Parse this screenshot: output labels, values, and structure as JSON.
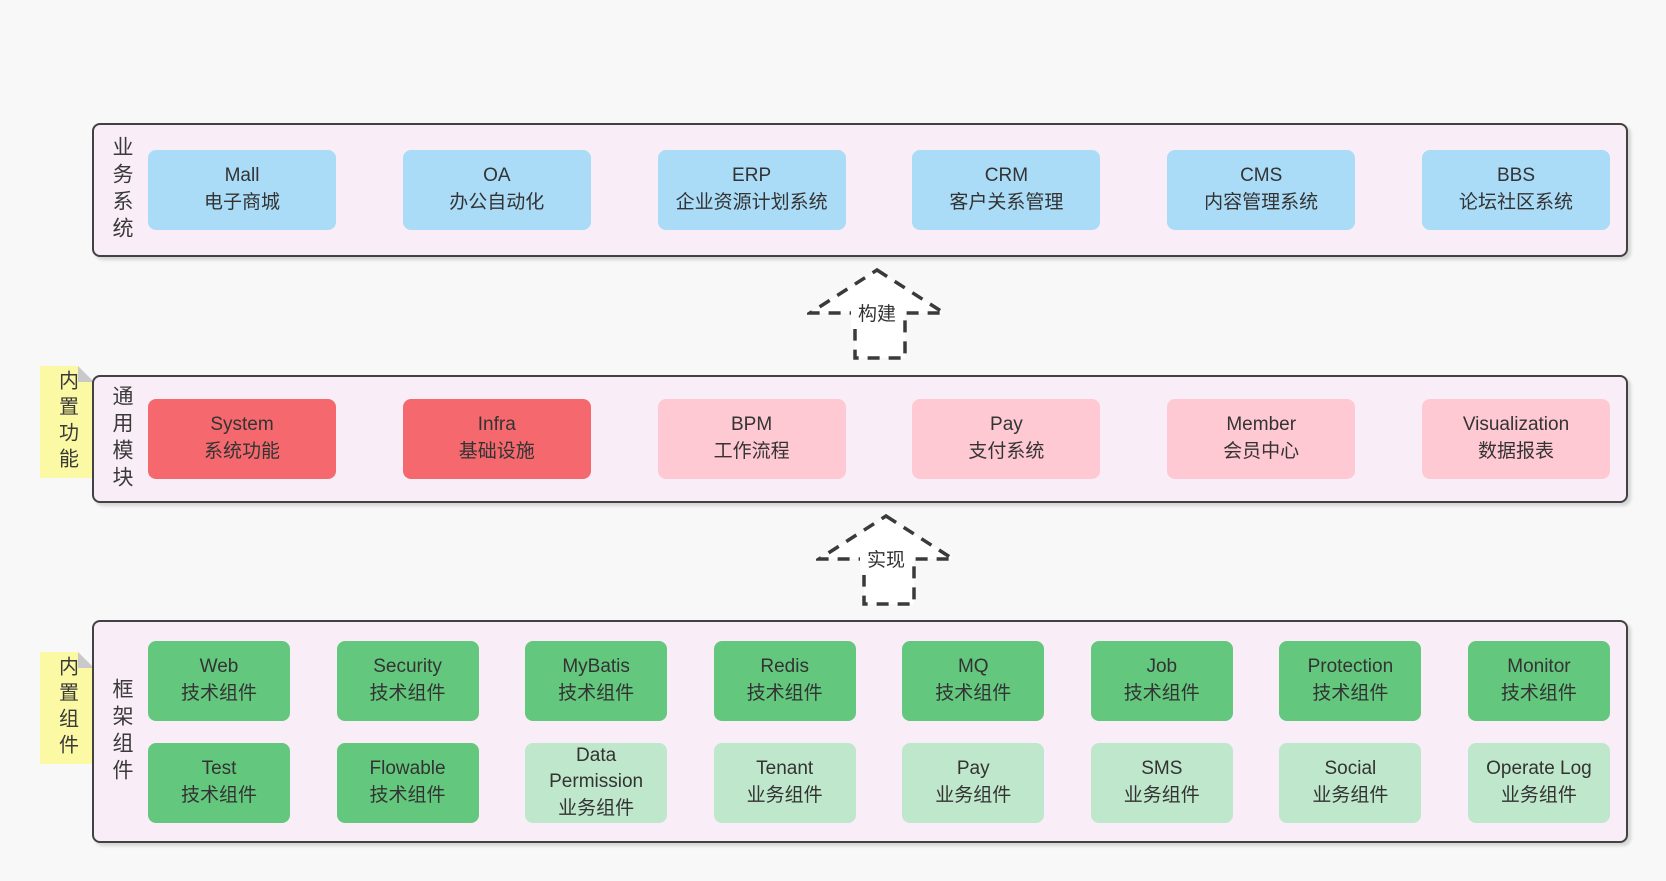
{
  "colors": {
    "page_bg": "#f8f8f8",
    "layer_fill": "#f9eef7",
    "layer_border": "#424242",
    "blue": "#aadcf7",
    "red": "#f5696e",
    "pink": "#ffc9d3",
    "green": "#63c87d",
    "light_green": "#bfe7cb",
    "tag_yellow": "#fbf9a3",
    "text": "#333333"
  },
  "arrows": {
    "build": "构建",
    "implement": "实现"
  },
  "layers": {
    "business": {
      "label": "业务系统",
      "boxes": [
        {
          "name": "Mall",
          "desc": "电子商城"
        },
        {
          "name": "OA",
          "desc": "办公自动化"
        },
        {
          "name": "ERP",
          "desc": "企业资源计划系统"
        },
        {
          "name": "CRM",
          "desc": "客户关系管理"
        },
        {
          "name": "CMS",
          "desc": "内容管理系统"
        },
        {
          "name": "BBS",
          "desc": "论坛社区系统"
        }
      ]
    },
    "modules": {
      "label": "通用模块",
      "tag": "内置功能",
      "boxes": [
        {
          "name": "System",
          "desc": "系统功能"
        },
        {
          "name": "Infra",
          "desc": "基础设施"
        },
        {
          "name": "BPM",
          "desc": "工作流程"
        },
        {
          "name": "Pay",
          "desc": "支付系统"
        },
        {
          "name": "Member",
          "desc": "会员中心"
        },
        {
          "name": "Visualization",
          "desc": "数据报表"
        }
      ]
    },
    "components": {
      "label": "框架组件",
      "tag": "内置组件",
      "row1": [
        {
          "name": "Web",
          "desc": "技术组件"
        },
        {
          "name": "Security",
          "desc": "技术组件"
        },
        {
          "name": "MyBatis",
          "desc": "技术组件"
        },
        {
          "name": "Redis",
          "desc": "技术组件"
        },
        {
          "name": "MQ",
          "desc": "技术组件"
        },
        {
          "name": "Job",
          "desc": "技术组件"
        },
        {
          "name": "Protection",
          "desc": "技术组件"
        },
        {
          "name": "Monitor",
          "desc": "技术组件"
        }
      ],
      "row2": [
        {
          "name": "Test",
          "desc": "技术组件"
        },
        {
          "name": "Flowable",
          "desc": "技术组件"
        },
        {
          "name": "Data Permission",
          "desc": "业务组件"
        },
        {
          "name": "Tenant",
          "desc": "业务组件"
        },
        {
          "name": "Pay",
          "desc": "业务组件"
        },
        {
          "name": "SMS",
          "desc": "业务组件"
        },
        {
          "name": "Social",
          "desc": "业务组件"
        },
        {
          "name": "Operate Log",
          "desc": "业务组件"
        }
      ]
    }
  }
}
